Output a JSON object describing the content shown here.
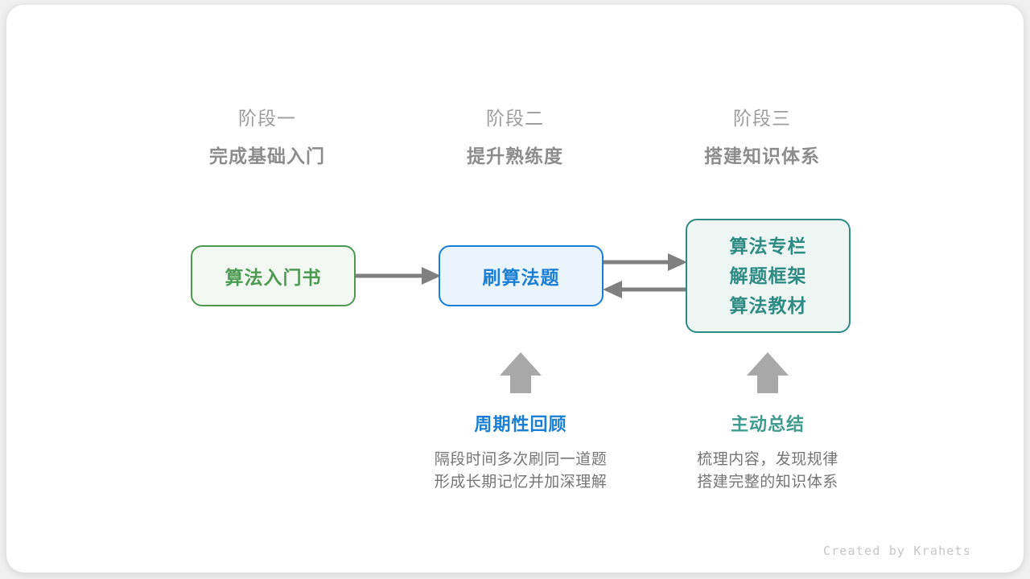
{
  "canvas": {
    "background": "#ffffff",
    "page_background": "#f0f0f0"
  },
  "stages": [
    {
      "number": "阶段一",
      "title": "完成基础入门"
    },
    {
      "number": "阶段二",
      "title": "提升熟练度"
    },
    {
      "number": "阶段三",
      "title": "搭建知识体系"
    }
  ],
  "nodes": [
    {
      "id": "book",
      "lines": [
        "算法入门书"
      ],
      "color": "#4c9a51",
      "fill": "#f2f8f1"
    },
    {
      "id": "practice",
      "lines": [
        "刷算法题"
      ],
      "color": "#1a7fd4",
      "fill": "#eaf4fc"
    },
    {
      "id": "resources",
      "lines": [
        "算法专栏",
        "解题框架",
        "算法教材"
      ],
      "color": "#2e8b84",
      "fill": "#eef6f4"
    }
  ],
  "connectors": [
    {
      "name": "book-to-practice",
      "direction": "right",
      "color": "#808080"
    },
    {
      "name": "practice-to-resources",
      "direction": "right",
      "color": "#808080"
    },
    {
      "name": "resources-to-practice",
      "direction": "left",
      "color": "#808080"
    },
    {
      "name": "review-up",
      "direction": "up",
      "color": "#a8a8a8"
    },
    {
      "name": "summary-up",
      "direction": "up",
      "color": "#a8a8a8"
    }
  ],
  "annotations": [
    {
      "id": "review",
      "title": "周期性回顾",
      "color": "#1a7fd4",
      "desc_lines": [
        "隔段时间多次刷同一道题",
        "形成长期记忆并加深理解"
      ]
    },
    {
      "id": "summary",
      "title": "主动总结",
      "color": "#3e9b8e",
      "desc_lines": [
        "梳理内容，发现规律",
        "搭建完整的知识体系"
      ]
    }
  ],
  "footer": {
    "credit": "Created by Krahets"
  }
}
